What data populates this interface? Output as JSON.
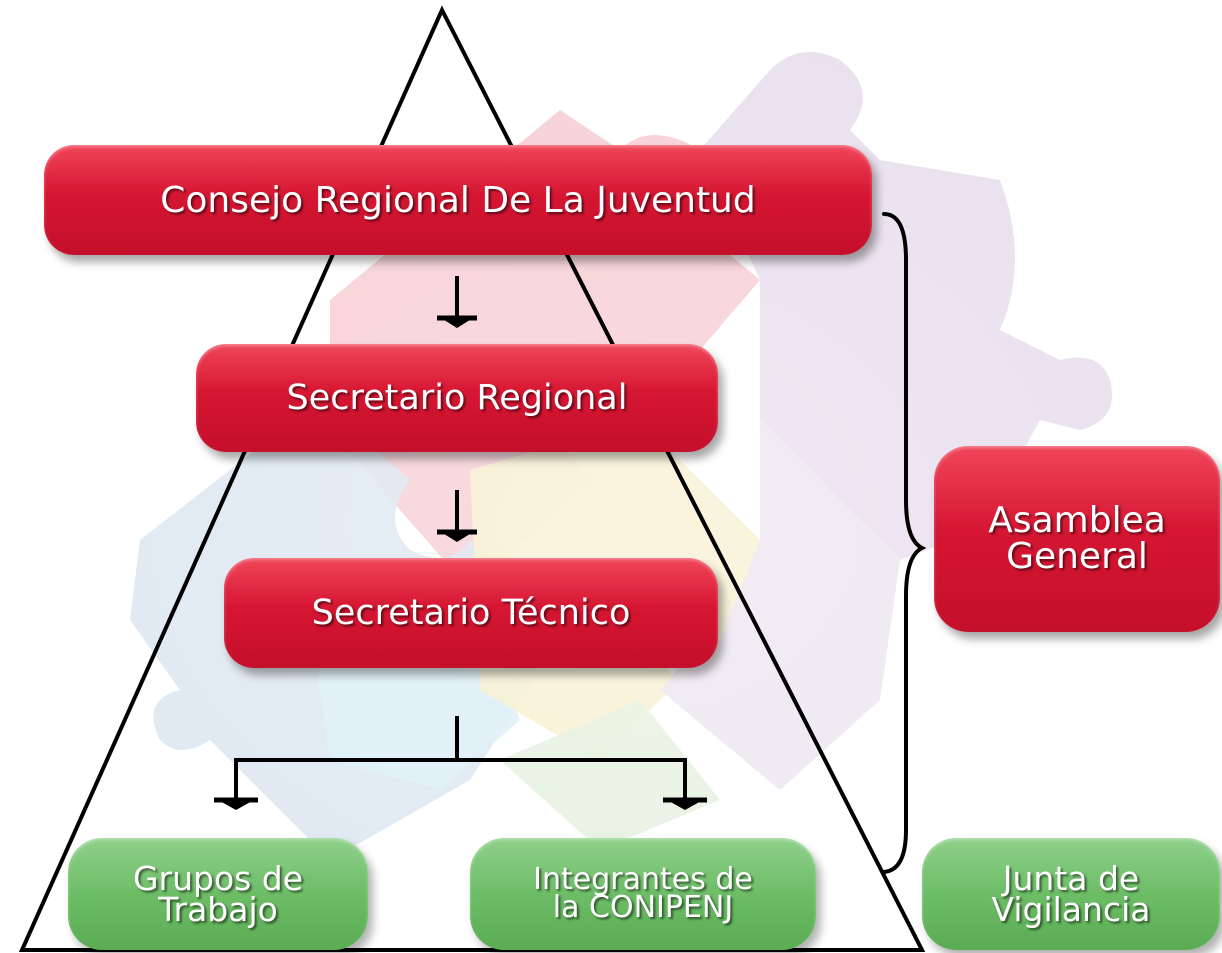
{
  "diagram": {
    "top_box": {
      "label": "Consejo Regional De La Juventud"
    },
    "mid_box": {
      "label": "Secretario Regional"
    },
    "low_box": {
      "label": "Secretario Técnico"
    },
    "side_box": {
      "line1": "Asamblea",
      "line2": "General"
    },
    "leaf_left": {
      "line1": "Grupos de",
      "line2": "Trabajo"
    },
    "leaf_center": {
      "line1": "Integrantes de",
      "line2": "la CONIPENJ"
    },
    "leaf_right": {
      "line1": "Junta de",
      "line2": "Vigilancia"
    }
  },
  "colors": {
    "red_box": "#d61632",
    "green_box": "#6dbd67",
    "line": "#000000",
    "text": "#ffffff"
  }
}
